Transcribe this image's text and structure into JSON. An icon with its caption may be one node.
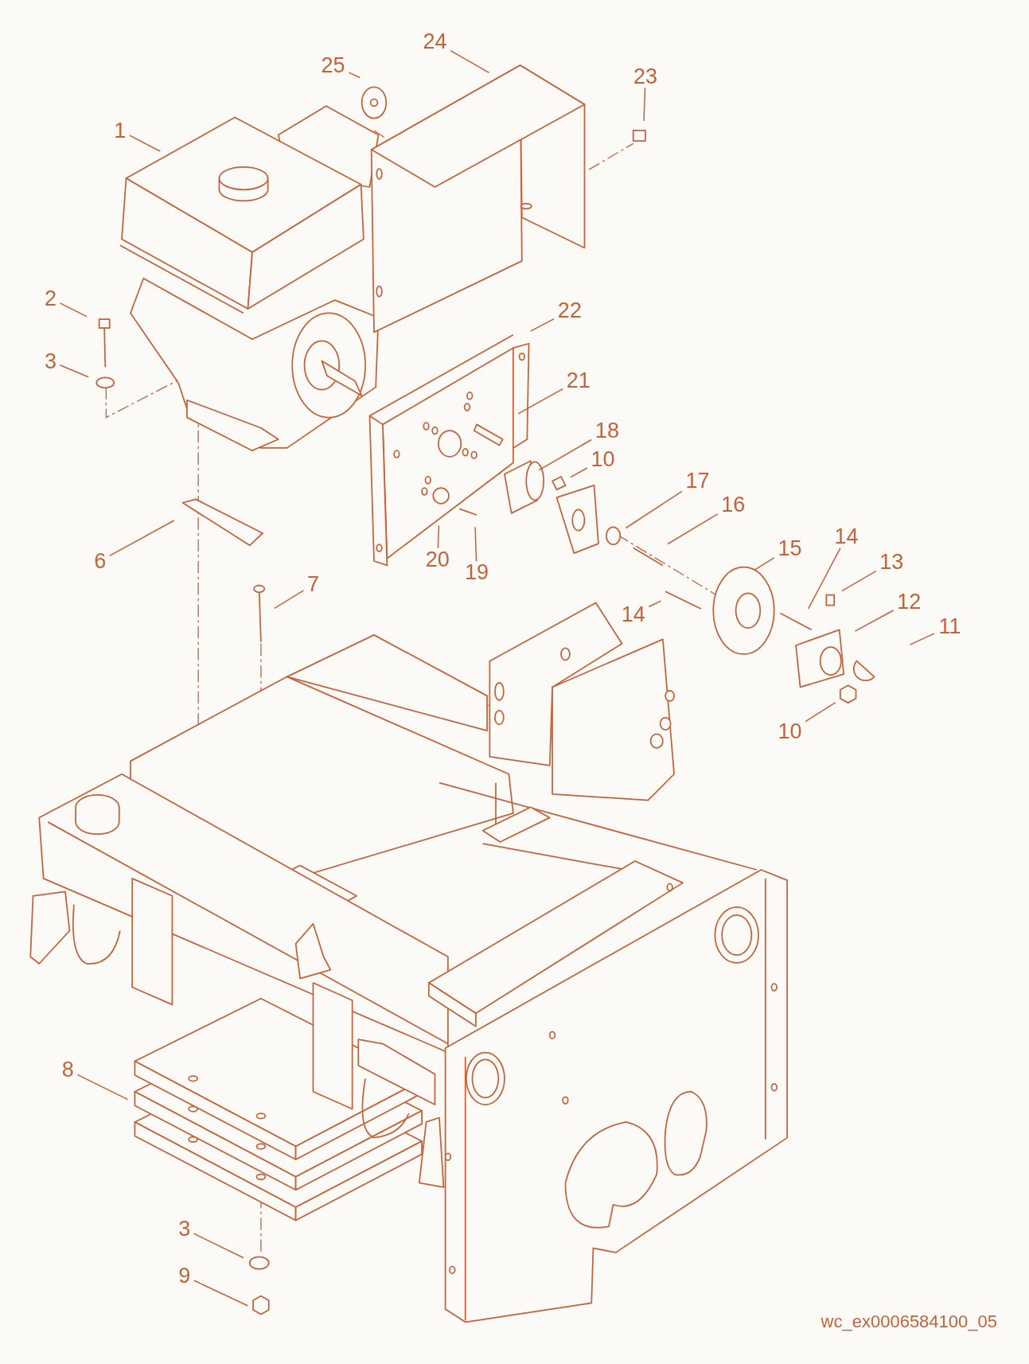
{
  "diagram": {
    "nodes": [
      {
        "text": [
          "1"
        ]
      },
      {
        "text": [
          "2"
        ]
      },
      {
        "text": [
          "3"
        ]
      },
      {
        "text": [
          "6"
        ]
      },
      {
        "text": [
          "7"
        ]
      },
      {
        "text": [
          "8"
        ]
      },
      {
        "text": [
          "3"
        ]
      },
      {
        "text": [
          "9"
        ]
      },
      {
        "text": [
          "10"
        ]
      },
      {
        "text": [
          "11"
        ]
      },
      {
        "text": [
          "12"
        ]
      },
      {
        "text": [
          "13"
        ]
      },
      {
        "text": [
          "14"
        ]
      },
      {
        "text": [
          "14"
        ]
      },
      {
        "text": [
          "15"
        ]
      },
      {
        "text": [
          "16"
        ]
      },
      {
        "text": [
          "17"
        ]
      },
      {
        "text": [
          "10"
        ]
      },
      {
        "text": [
          "18"
        ]
      },
      {
        "text": [
          "19"
        ]
      },
      {
        "text": [
          "20"
        ]
      },
      {
        "text": [
          "21"
        ]
      },
      {
        "text": [
          "22"
        ]
      },
      {
        "text": [
          "23"
        ]
      },
      {
        "text": [
          "24"
        ]
      },
      {
        "text": [
          "25"
        ]
      }
    ],
    "edges": [
      {
        "from": 0,
        "to": null,
        "arrow": "none"
      },
      {
        "from": 1,
        "to": null,
        "arrow": "none"
      },
      {
        "from": 2,
        "to": null,
        "arrow": "none"
      },
      {
        "from": 3,
        "to": null,
        "arrow": "none"
      },
      {
        "from": 4,
        "to": null,
        "arrow": "none"
      },
      {
        "from": 5,
        "to": null,
        "arrow": "none"
      },
      {
        "from": 6,
        "to": null,
        "arrow": "none"
      },
      {
        "from": 7,
        "to": null,
        "arrow": "none"
      },
      {
        "from": 8,
        "to": null,
        "arrow": "none"
      },
      {
        "from": 9,
        "to": null,
        "arrow": "none"
      },
      {
        "from": 10,
        "to": null,
        "arrow": "none"
      },
      {
        "from": 11,
        "to": null,
        "arrow": "none"
      },
      {
        "from": 12,
        "to": null,
        "arrow": "none"
      },
      {
        "from": 13,
        "to": null,
        "arrow": "none"
      },
      {
        "from": 14,
        "to": null,
        "arrow": "none"
      },
      {
        "from": 15,
        "to": null,
        "arrow": "none"
      },
      {
        "from": 16,
        "to": null,
        "arrow": "none"
      },
      {
        "from": 17,
        "to": null,
        "arrow": "none"
      },
      {
        "from": 18,
        "to": null,
        "arrow": "none"
      },
      {
        "from": 19,
        "to": null,
        "arrow": "none"
      },
      {
        "from": 20,
        "to": null,
        "arrow": "none"
      },
      {
        "from": 21,
        "to": null,
        "arrow": "none"
      },
      {
        "from": 22,
        "to": null,
        "arrow": "none"
      },
      {
        "from": 23,
        "to": null,
        "arrow": "none"
      },
      {
        "from": 24,
        "to": null,
        "arrow": "none"
      },
      {
        "from": 25,
        "to": null,
        "arrow": "none"
      }
    ],
    "labels": [
      "wc_ex0006584100_05"
    ]
  }
}
